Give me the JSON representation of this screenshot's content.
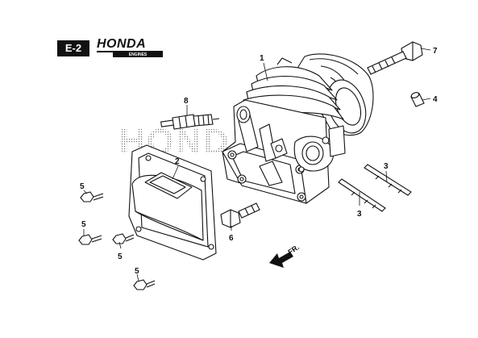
{
  "header": {
    "section_code": "E-2",
    "brand": "HONDA",
    "brand_sub": "ENGINES"
  },
  "watermark": "HONDA",
  "direction_label": "FR.",
  "callouts": [
    {
      "id": "c1",
      "label": "1"
    },
    {
      "id": "c2",
      "label": "2"
    },
    {
      "id": "c3a",
      "label": "3"
    },
    {
      "id": "c3b",
      "label": "3"
    },
    {
      "id": "c4",
      "label": "4"
    },
    {
      "id": "c5a",
      "label": "5"
    },
    {
      "id": "c5b",
      "label": "5"
    },
    {
      "id": "c5c",
      "label": "5"
    },
    {
      "id": "c5d",
      "label": "5"
    },
    {
      "id": "c6",
      "label": "6"
    },
    {
      "id": "c7",
      "label": "7"
    },
    {
      "id": "c8",
      "label": "8"
    }
  ]
}
